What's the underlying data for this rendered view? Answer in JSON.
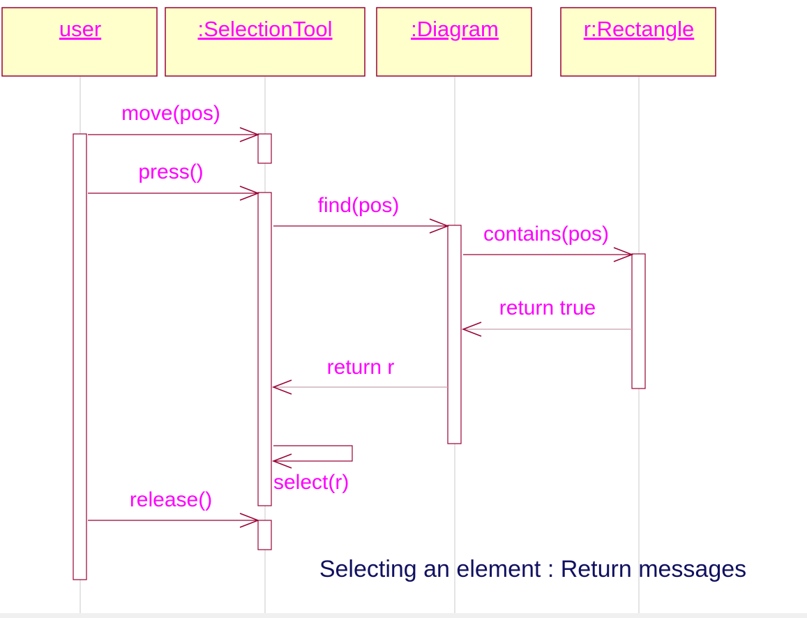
{
  "diagram": {
    "colors": {
      "object_fill": "#ffffcc",
      "object_stroke": "#990033",
      "lifeline": "#c8c8c8",
      "activation_stroke": "#990033",
      "message_line": "#990033",
      "label_text": "#ff00ff",
      "caption_text": "#101060"
    },
    "objects": [
      {
        "id": "user",
        "label": "user"
      },
      {
        "id": "selectiontool",
        "label": ":SelectionTool"
      },
      {
        "id": "diagram",
        "label": ":Diagram"
      },
      {
        "id": "rectangle",
        "label": "r:Rectangle"
      }
    ],
    "messages": [
      {
        "id": "move",
        "label": "move(pos)",
        "from": "user",
        "to": "selectiontool",
        "kind": "call"
      },
      {
        "id": "press",
        "label": "press()",
        "from": "user",
        "to": "selectiontool",
        "kind": "call"
      },
      {
        "id": "find",
        "label": "find(pos)",
        "from": "selectiontool",
        "to": "diagram",
        "kind": "call"
      },
      {
        "id": "contains",
        "label": "contains(pos)",
        "from": "diagram",
        "to": "rectangle",
        "kind": "call"
      },
      {
        "id": "return-true",
        "label": "return true",
        "from": "rectangle",
        "to": "diagram",
        "kind": "return"
      },
      {
        "id": "return-r",
        "label": "return r",
        "from": "diagram",
        "to": "selectiontool",
        "kind": "return"
      },
      {
        "id": "select",
        "label": "select(r)",
        "from": "selectiontool",
        "to": "selectiontool",
        "kind": "self"
      },
      {
        "id": "release",
        "label": "release()",
        "from": "user",
        "to": "selectiontool",
        "kind": "call"
      }
    ],
    "caption": "Selecting an element : Return messages"
  }
}
